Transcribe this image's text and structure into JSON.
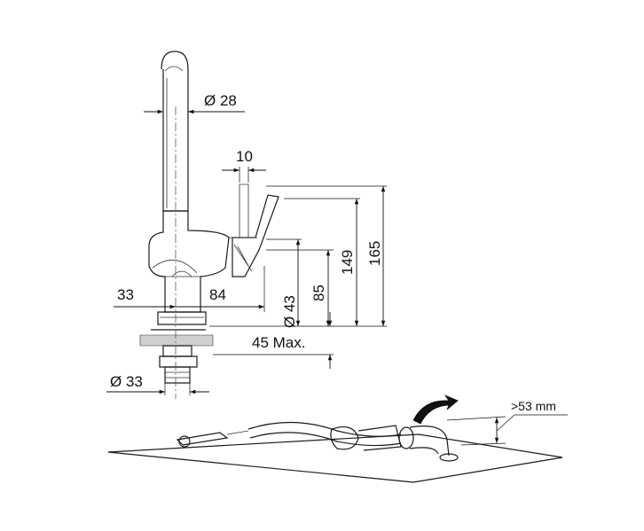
{
  "dimensions": {
    "spout_diameter": "Ø 28",
    "lever_width": "10",
    "height_total": "165",
    "height_spout": "149",
    "height_body": "85",
    "body_diameter": "Ø 43",
    "reach_left": "33",
    "reach_right": "84",
    "deck_thickness": "45 Max.",
    "thread_diameter": "Ø 33",
    "clearance": ">53 mm"
  }
}
